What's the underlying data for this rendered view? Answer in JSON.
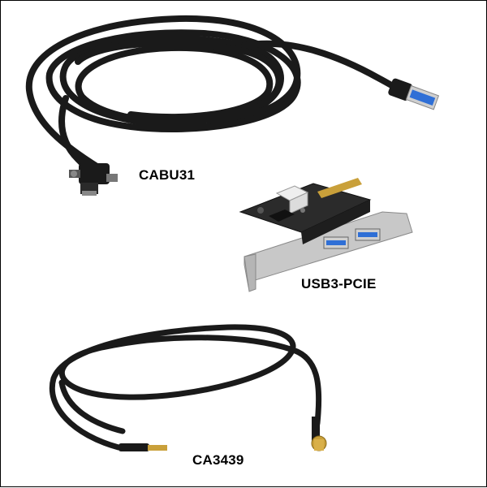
{
  "products": [
    {
      "id": "cabu31",
      "label": "CABU31",
      "description_icon": "usb3-micro-b-cable-icon"
    },
    {
      "id": "usb3-pcie",
      "label": "USB3-PCIE",
      "description_icon": "pcie-usb-card-icon"
    },
    {
      "id": "ca3439",
      "label": "CA3439",
      "description_icon": "sma-coax-cable-icon"
    }
  ],
  "colors": {
    "cable": "#1a1a1a",
    "usb_blue": "#2f6fd6",
    "pcb": "#2b2b2b",
    "bracket": "#c8c8c8",
    "gold": "#c9a03a",
    "connector_white": "#eeeeee"
  }
}
